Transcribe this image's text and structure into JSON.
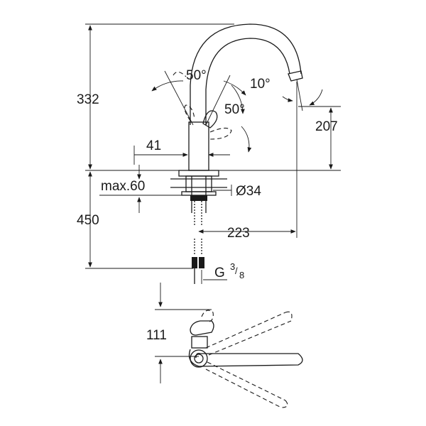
{
  "dimensions": {
    "total_height": "332",
    "spout_angle_top": "50°",
    "lever_angle": "50°",
    "spout_tip_angle": "10°",
    "spout_height": "207",
    "lever_offset": "41",
    "max_deck": "max.60",
    "hole_diameter": "Ø34",
    "hose_length": "450",
    "spout_reach": "223",
    "connection": "G",
    "connection_num": "3",
    "connection_den": "8",
    "top_view_height": "111"
  }
}
